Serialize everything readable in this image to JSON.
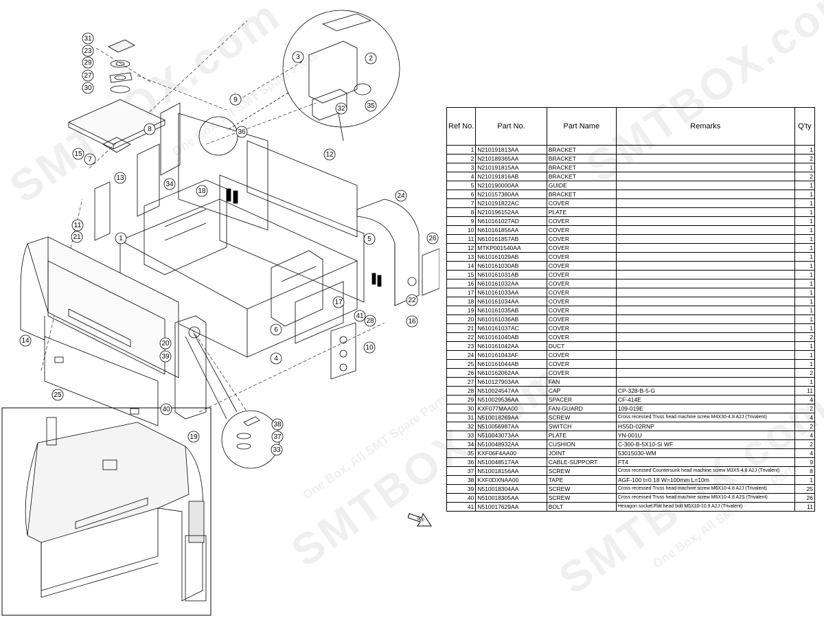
{
  "watermark": {
    "brand": "SMTBOX.com",
    "tagline": "One Box, All SMT Spare Parts"
  },
  "table": {
    "headers": {
      "ref": "Ref No.",
      "part_no": "Part No.",
      "part_name": "Part Name",
      "remarks": "Remarks",
      "qty": "Q'ty"
    },
    "rows": [
      {
        "ref": "1",
        "part_no": "N210191813AA",
        "name": "BRACKET",
        "remarks": "",
        "qty": "1"
      },
      {
        "ref": "2",
        "part_no": "N210189365AA",
        "name": "BRACKET",
        "remarks": "",
        "qty": "2"
      },
      {
        "ref": "3",
        "part_no": "N210191815AA",
        "name": "BRACKET",
        "remarks": "",
        "qty": "1"
      },
      {
        "ref": "4",
        "part_no": "N210191816AB",
        "name": "BRACKET",
        "remarks": "",
        "qty": "2"
      },
      {
        "ref": "5",
        "part_no": "N210190000AA",
        "name": "GUIDE",
        "remarks": "",
        "qty": "1"
      },
      {
        "ref": "6",
        "part_no": "N210157380AA",
        "name": "BRACKET",
        "remarks": "",
        "qty": "1"
      },
      {
        "ref": "7",
        "part_no": "N210191822AC",
        "name": "COVER",
        "remarks": "",
        "qty": "1"
      },
      {
        "ref": "8",
        "part_no": "N210196152AA",
        "name": "PLATE",
        "remarks": "",
        "qty": "1"
      },
      {
        "ref": "9",
        "part_no": "N610161027AD",
        "name": "COVER",
        "remarks": "",
        "qty": "1"
      },
      {
        "ref": "10",
        "part_no": "N610161856AA",
        "name": "COVER",
        "remarks": "",
        "qty": "1"
      },
      {
        "ref": "11",
        "part_no": "N610161857AB",
        "name": "COVER",
        "remarks": "",
        "qty": "1"
      },
      {
        "ref": "12",
        "part_no": "MTKP001540AA",
        "name": "COVER",
        "remarks": "",
        "qty": "1"
      },
      {
        "ref": "13",
        "part_no": "N610161029AB",
        "name": "COVER",
        "remarks": "",
        "qty": "1"
      },
      {
        "ref": "14",
        "part_no": "N610161030AB",
        "name": "COVER",
        "remarks": "",
        "qty": "1"
      },
      {
        "ref": "15",
        "part_no": "N610161031AB",
        "name": "COVER",
        "remarks": "",
        "qty": "1"
      },
      {
        "ref": "16",
        "part_no": "N610161032AA",
        "name": "COVER",
        "remarks": "",
        "qty": "1"
      },
      {
        "ref": "17",
        "part_no": "N610161033AA",
        "name": "COVER",
        "remarks": "",
        "qty": "1"
      },
      {
        "ref": "18",
        "part_no": "N610161034AA",
        "name": "COVER",
        "remarks": "",
        "qty": "1"
      },
      {
        "ref": "19",
        "part_no": "N610161035AB",
        "name": "COVER",
        "remarks": "",
        "qty": "1"
      },
      {
        "ref": "20",
        "part_no": "N610161036AB",
        "name": "COVER",
        "remarks": "",
        "qty": "1"
      },
      {
        "ref": "21",
        "part_no": "N610161037AC",
        "name": "COVER",
        "remarks": "",
        "qty": "1"
      },
      {
        "ref": "22",
        "part_no": "N610161040AB",
        "name": "COVER",
        "remarks": "",
        "qty": "2"
      },
      {
        "ref": "23",
        "part_no": "N610161042AA",
        "name": "DUCT",
        "remarks": "",
        "qty": "1"
      },
      {
        "ref": "24",
        "part_no": "N610161043AF",
        "name": "COVER",
        "remarks": "",
        "qty": "1"
      },
      {
        "ref": "25",
        "part_no": "N610161044AB",
        "name": "COVER",
        "remarks": "",
        "qty": "1"
      },
      {
        "ref": "26",
        "part_no": "N610162062AA",
        "name": "COVER",
        "remarks": "",
        "qty": "2"
      },
      {
        "ref": "27",
        "part_no": "N610127903AA",
        "name": "FAN",
        "remarks": "",
        "qty": "1"
      },
      {
        "ref": "28",
        "part_no": "N510024547AA",
        "name": "CAP",
        "remarks": "CP-328-B-5-G",
        "qty": "11"
      },
      {
        "ref": "29",
        "part_no": "N510029536AA",
        "name": "SPACER",
        "remarks": "CF-414E",
        "qty": "4"
      },
      {
        "ref": "30",
        "part_no": "KXF077MAA00",
        "name": "FAN-GUARD",
        "remarks": "109-019E",
        "qty": "2"
      },
      {
        "ref": "31",
        "part_no": "N510018269AA",
        "name": "SCREW",
        "remarks": "Cross recessed Truss head machine screw M4X30-4.8 A2J (Trivalent)",
        "qty": "4",
        "small": true
      },
      {
        "ref": "32",
        "part_no": "N510056987AA",
        "name": "SWITCH",
        "remarks": "HS5D-02RNP",
        "qty": "2"
      },
      {
        "ref": "33",
        "part_no": "N510043073AA",
        "name": "PLATE",
        "remarks": "YN-001U",
        "qty": "4"
      },
      {
        "ref": "34",
        "part_no": "N510048932AA",
        "name": "CUSHION",
        "remarks": "C-300-B-5X10-Si WF",
        "qty": "2"
      },
      {
        "ref": "35",
        "part_no": "KXF06F4AA00",
        "name": "JOINT",
        "remarks": "53015030-WM",
        "qty": "4"
      },
      {
        "ref": "36",
        "part_no": "N510048517AA",
        "name": "CABLE-SUPPORT",
        "remarks": "FT4",
        "qty": "9"
      },
      {
        "ref": "37",
        "part_no": "N510018156AA",
        "name": "SCREW",
        "remarks": "Cross recessed Countersunk head machine screw M3X5-4.8 A2J (Trivalent)",
        "qty": "8",
        "small": true
      },
      {
        "ref": "38",
        "part_no": "KXF0DXNAA00",
        "name": "TAPE",
        "remarks": "AGF-100 t=0.18 W=100mm L=10m",
        "qty": "1"
      },
      {
        "ref": "39",
        "part_no": "N510018304AA",
        "name": "SCREW",
        "remarks": "Cross recessed Truss head machine screw M6X10-4.8 A2J (Trivalent)",
        "qty": "25",
        "small": true
      },
      {
        "ref": "40",
        "part_no": "N510018305AA",
        "name": "SCREW",
        "remarks": "Cross recessed Truss head machine screw M6X10-4.8 A2S (Trivalent)",
        "qty": "26",
        "small": true
      },
      {
        "ref": "41",
        "part_no": "N510017629AA",
        "name": "BOLT",
        "remarks": "Hexagon socket Flat head bolt M5X10-10.9 A2J (Trivalent)",
        "qty": "11",
        "small": true
      }
    ]
  },
  "diagram": {
    "callouts": [
      "1",
      "2",
      "3",
      "4",
      "5",
      "6",
      "7",
      "8",
      "9",
      "10",
      "11",
      "12",
      "13",
      "14",
      "15",
      "16",
      "17",
      "18",
      "19",
      "20",
      "21",
      "22",
      "23",
      "24",
      "25",
      "26",
      "27",
      "28",
      "29",
      "30",
      "31",
      "32",
      "33",
      "34",
      "35",
      "36",
      "37",
      "38",
      "39",
      "40",
      "41"
    ],
    "direction_label": "WF"
  }
}
